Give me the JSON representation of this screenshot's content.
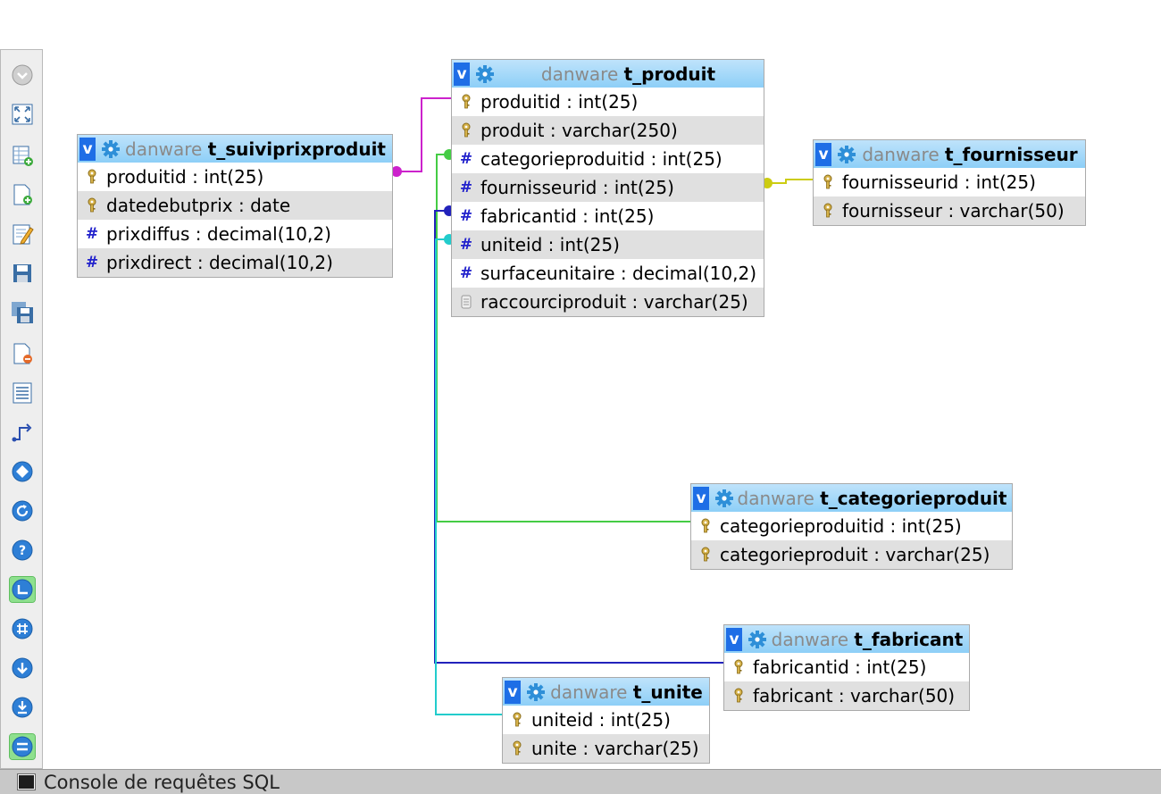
{
  "console": {
    "label": "Console de requêtes SQL"
  },
  "colors": {
    "header_gradient_top": "#bfe3fb",
    "header_gradient_bottom": "#8dcff7",
    "row_alt": "#e0e0e0",
    "rel_suiviprix": "#cc22cc",
    "rel_fournisseur": "#cccc11",
    "rel_categorie": "#44cc44",
    "rel_fabricant": "#2222bb",
    "rel_unite": "#22cccc"
  },
  "toolbar": {
    "items": [
      {
        "icon": "toggle-menu-icon"
      },
      {
        "icon": "fullscreen-icon"
      },
      {
        "icon": "add-tables-icon"
      },
      {
        "icon": "new-page-icon"
      },
      {
        "icon": "edit-page-icon"
      },
      {
        "icon": "save-icon"
      },
      {
        "icon": "save-as-icon"
      },
      {
        "icon": "delete-page-icon"
      },
      {
        "icon": "column-list-icon"
      },
      {
        "icon": "relation-lines-icon"
      },
      {
        "icon": "snap-grid-icon"
      },
      {
        "icon": "reload-icon"
      },
      {
        "icon": "help-icon"
      },
      {
        "icon": "angular-links-icon"
      },
      {
        "icon": "grid-icon"
      },
      {
        "icon": "toggle-all-icon"
      },
      {
        "icon": "export-icon"
      },
      {
        "icon": "side-menu-icon"
      }
    ]
  },
  "tables": {
    "t_suiviprixproduit": {
      "db": "danware",
      "name": "t_suiviprixproduit",
      "columns": [
        {
          "text": "produitid : int(25)",
          "icon": "key"
        },
        {
          "text": "datedebutprix : date",
          "icon": "key"
        },
        {
          "text": "prixdiffus : decimal(10,2)",
          "icon": "hash"
        },
        {
          "text": "prixdirect : decimal(10,2)",
          "icon": "hash"
        }
      ]
    },
    "t_produit": {
      "db": "danware",
      "name": "t_produit",
      "columns": [
        {
          "text": "produitid : int(25)",
          "icon": "key"
        },
        {
          "text": "produit : varchar(250)",
          "icon": "key"
        },
        {
          "text": "categorieproduitid : int(25)",
          "icon": "hash"
        },
        {
          "text": "fournisseurid : int(25)",
          "icon": "hash"
        },
        {
          "text": "fabricantid : int(25)",
          "icon": "hash"
        },
        {
          "text": "uniteid : int(25)",
          "icon": "hash"
        },
        {
          "text": "surfaceunitaire : decimal(10,2)",
          "icon": "hash"
        },
        {
          "text": "raccourciproduit : varchar(25)",
          "icon": "text"
        }
      ]
    },
    "t_fournisseur": {
      "db": "danware",
      "name": "t_fournisseur",
      "columns": [
        {
          "text": "fournisseurid : int(25)",
          "icon": "key"
        },
        {
          "text": "fournisseur : varchar(50)",
          "icon": "key"
        }
      ]
    },
    "t_categorieproduit": {
      "db": "danware",
      "name": "t_categorieproduit",
      "columns": [
        {
          "text": "categorieproduitid : int(25)",
          "icon": "key"
        },
        {
          "text": "categorieproduit : varchar(25)",
          "icon": "key"
        }
      ]
    },
    "t_fabricant": {
      "db": "danware",
      "name": "t_fabricant",
      "columns": [
        {
          "text": "fabricantid : int(25)",
          "icon": "key"
        },
        {
          "text": "fabricant : varchar(50)",
          "icon": "key"
        }
      ]
    },
    "t_unite": {
      "db": "danware",
      "name": "t_unite",
      "columns": [
        {
          "text": "uniteid : int(25)",
          "icon": "key"
        },
        {
          "text": "unite : varchar(25)",
          "icon": "key"
        }
      ]
    }
  }
}
